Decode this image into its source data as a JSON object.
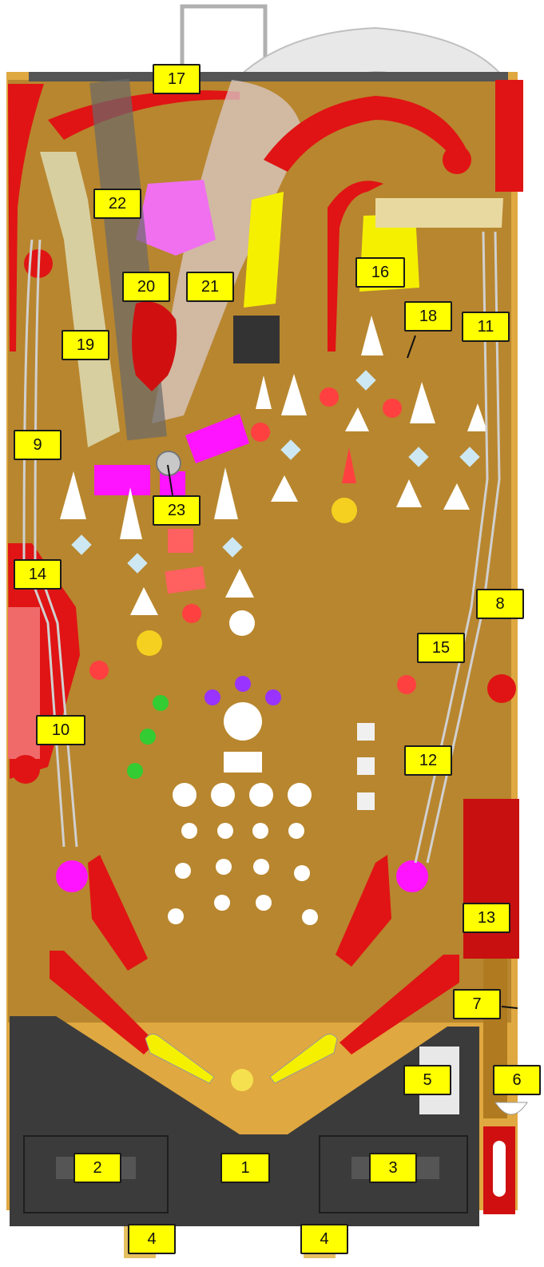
{
  "diagram": {
    "callouts": [
      {
        "id": "c1",
        "label": "1"
      },
      {
        "id": "c2",
        "label": "2"
      },
      {
        "id": "c3",
        "label": "3"
      },
      {
        "id": "c4a",
        "label": "4"
      },
      {
        "id": "c4b",
        "label": "4"
      },
      {
        "id": "c5",
        "label": "5"
      },
      {
        "id": "c6",
        "label": "6"
      },
      {
        "id": "c7",
        "label": "7"
      },
      {
        "id": "c8",
        "label": "8"
      },
      {
        "id": "c9",
        "label": "9"
      },
      {
        "id": "c10",
        "label": "10"
      },
      {
        "id": "c11",
        "label": "11"
      },
      {
        "id": "c12",
        "label": "12"
      },
      {
        "id": "c13",
        "label": "13"
      },
      {
        "id": "c14",
        "label": "14"
      },
      {
        "id": "c15",
        "label": "15"
      },
      {
        "id": "c16",
        "label": "16"
      },
      {
        "id": "c17",
        "label": "17"
      },
      {
        "id": "c18",
        "label": "18"
      },
      {
        "id": "c19",
        "label": "19"
      },
      {
        "id": "c20",
        "label": "20"
      },
      {
        "id": "c21",
        "label": "21"
      },
      {
        "id": "c22",
        "label": "22"
      },
      {
        "id": "c23",
        "label": "23"
      }
    ]
  },
  "colors": {
    "playfield": "#b8862e",
    "red_plastic": "#e01414",
    "magenta": "#ff14ff",
    "yellow_plastic": "#f5f000",
    "apron": "#3b3b3b",
    "callout_fill": "#ffff00",
    "rail": "#c8c8c8"
  }
}
